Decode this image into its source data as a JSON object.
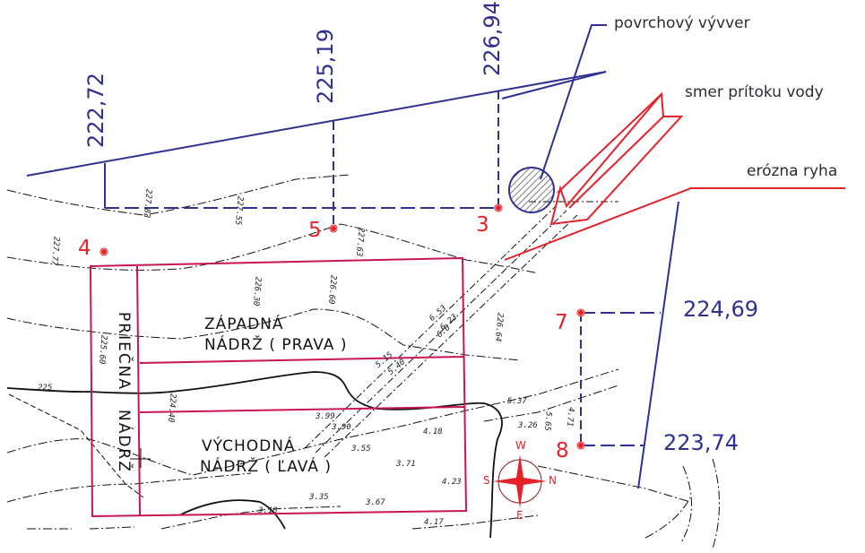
{
  "legend": {
    "spring": "povrchový vývver",
    "inflow": "smer prítoku vody",
    "gully": "erózna ryha"
  },
  "elevations": {
    "e1": "222,72",
    "e2": "225,19",
    "e3": "226,94",
    "e4": "224,69",
    "e5": "223,74"
  },
  "points": {
    "p3": "3",
    "p4": "4",
    "p5": "5",
    "p7": "7",
    "p8": "8"
  },
  "tanks": {
    "west_line1": "ZÁPADNÁ",
    "west_line2": "NÁDRŽ   ( PRAVA )",
    "east_line1": "VÝCHODNÁ",
    "east_line2": "NÁDRŽ   ( ĽAVÁ )",
    "cross_top": "PRIEČNA",
    "cross_bottom": "NÁDRŽ"
  },
  "compass": {
    "top": "W",
    "bottom": "E",
    "left": "S",
    "right": "N"
  },
  "survey_labels": {
    "l1": "227.83",
    "l2": "227.55",
    "l3": "227.77",
    "l4": "227.63",
    "l5": "226.30",
    "l6": "226.60",
    "l7": "226.64",
    "l8": "225.60",
    "l9": "224.40",
    "l10": "225",
    "l11": "6.53",
    "l12": "6.23",
    "l13": "6.6",
    "l14": "5.15",
    "l15": "5.40",
    "l16": "3.99",
    "l17": "3.90",
    "l18": "3.55",
    "l19": "4.18",
    "l20": "3.71",
    "l21": "3.35",
    "l22": "3.67",
    "l23": "4.17",
    "l24": "4.23",
    "l25": "3.18",
    "l26": "3.26",
    "l27": "5.37",
    "l28": "5.65",
    "l29": "4.71"
  },
  "colors": {
    "elevation_blue": "#2e3192",
    "point_red": "#e4222a",
    "tank_outline": "#c8174f",
    "contour_black": "#111111"
  }
}
